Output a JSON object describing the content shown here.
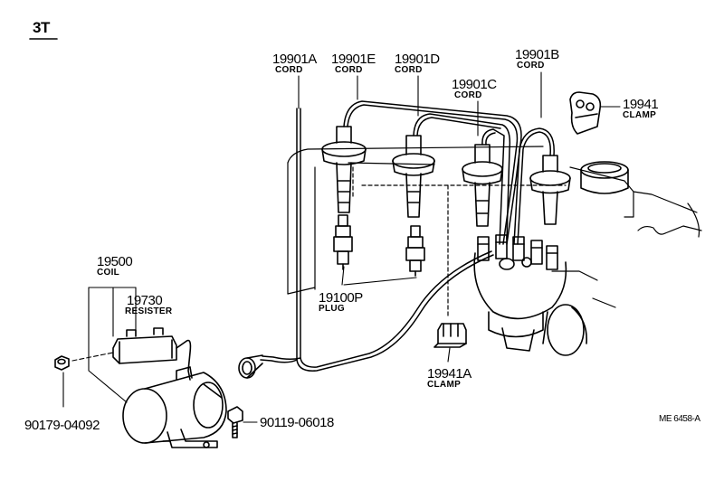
{
  "diagram": {
    "title": "3T",
    "reference_code": "ME 6458-A",
    "parts": [
      {
        "number": "19901A",
        "name": "CORD"
      },
      {
        "number": "19901E",
        "name": "CORD"
      },
      {
        "number": "19901D",
        "name": "CORD"
      },
      {
        "number": "19901B",
        "name": "CORD"
      },
      {
        "number": "19901C",
        "name": "CORD"
      },
      {
        "number": "19941",
        "name": "CLAMP"
      },
      {
        "number": "19500",
        "name": "COIL"
      },
      {
        "number": "19730",
        "name": "RESISTER"
      },
      {
        "number": "19100P",
        "name": "PLUG"
      },
      {
        "number": "19941A",
        "name": "CLAMP"
      },
      {
        "number": "90179-04092",
        "name": ""
      },
      {
        "number": "90119-06018",
        "name": ""
      }
    ]
  }
}
